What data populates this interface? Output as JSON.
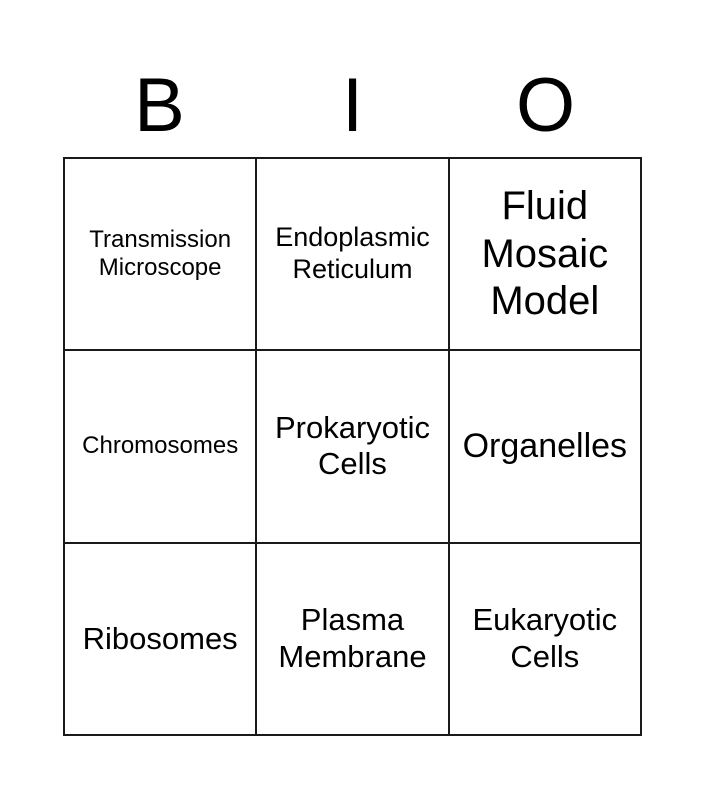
{
  "card": {
    "title_letters": [
      "B",
      "I",
      "O"
    ],
    "columns": 3,
    "rows": 3,
    "border_color": "#1a1a1a",
    "background_color": "#ffffff",
    "text_color": "#000000"
  },
  "squares": [
    {
      "id": "r1c1",
      "text": "Transmission Microscope",
      "size": "fs-xs"
    },
    {
      "id": "r1c2",
      "text": "Endoplasmic Reticulum",
      "size": "fs-sm"
    },
    {
      "id": "r1c3",
      "text": "Fluid Mosaic Model",
      "size": "fs-xl"
    },
    {
      "id": "r2c1",
      "text": "Chromosomes",
      "size": "fs-xs"
    },
    {
      "id": "r2c2",
      "text": "Prokaryotic Cells",
      "size": "fs-md"
    },
    {
      "id": "r2c3",
      "text": "Organelles",
      "size": "fs-lg"
    },
    {
      "id": "r3c1",
      "text": "Ribosomes",
      "size": "fs-md"
    },
    {
      "id": "r3c2",
      "text": "Plasma Membrane",
      "size": "fs-md"
    },
    {
      "id": "r3c3",
      "text": "Eukaryotic Cells",
      "size": "fs-md"
    }
  ]
}
